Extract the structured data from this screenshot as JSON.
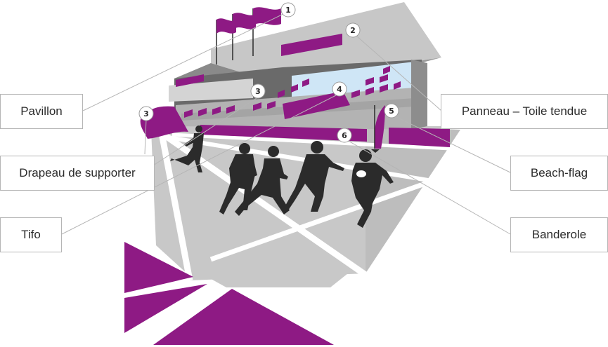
{
  "labels": [
    {
      "number": "1",
      "text": "Pavillon"
    },
    {
      "number": "2",
      "text": "Panneau – Toile tendue"
    },
    {
      "number": "3",
      "text": "Drapeau de supporter"
    },
    {
      "number": "4",
      "text": "Tifo"
    },
    {
      "number": "5",
      "text": "Beach-flag"
    },
    {
      "number": "6",
      "text": "Banderole"
    }
  ],
  "markers": [
    "1",
    "2",
    "3",
    "3",
    "4",
    "5",
    "6"
  ],
  "colors": {
    "brand": "#8e1a84",
    "stand_light": "#d4d4d4",
    "stand_mid": "#b3b3b3",
    "stand_dark": "#6a6a6a",
    "sky": "#cfe6f6",
    "silhouette": "#2b2b2b",
    "line": "#b5b5b5"
  }
}
